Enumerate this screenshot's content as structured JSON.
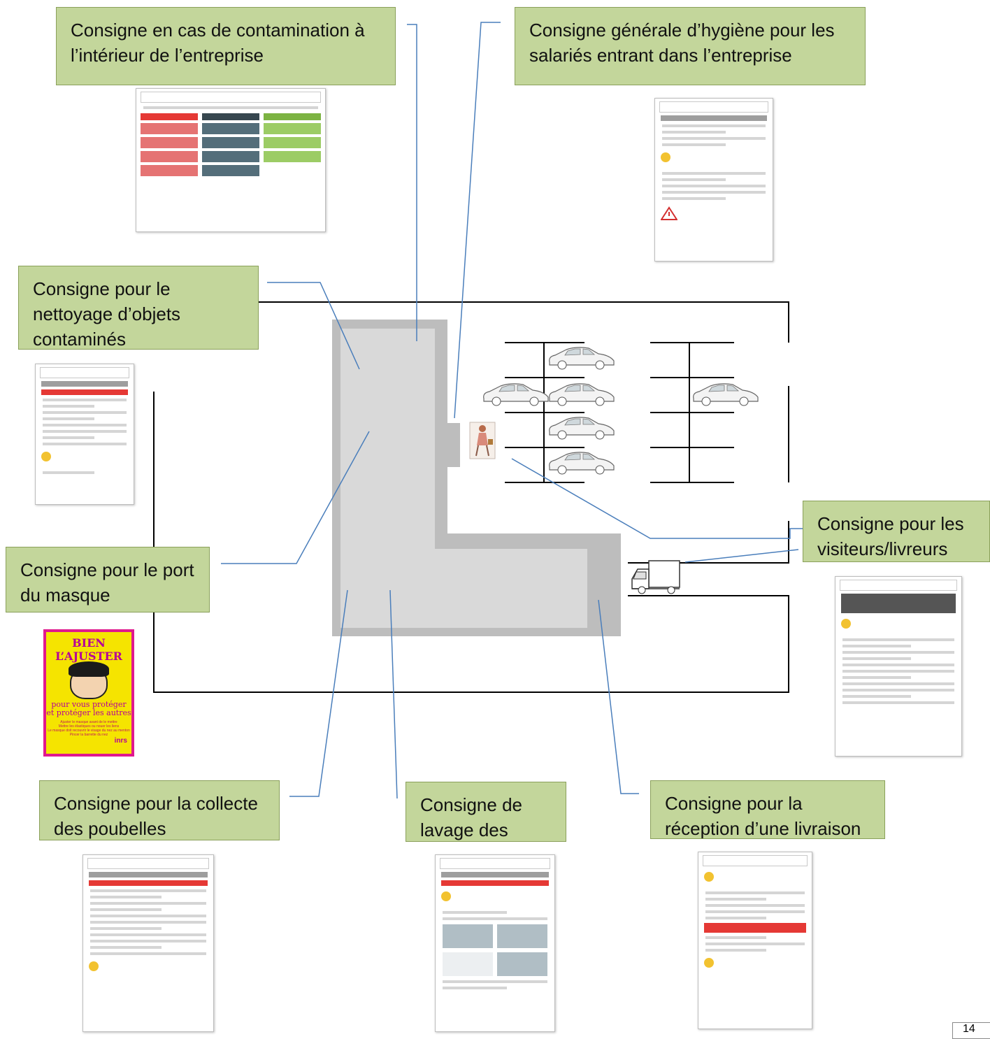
{
  "callouts": {
    "contamination": "Consigne en cas de contamination à l’intérieur de l’entreprise",
    "hygiene": "Consigne générale d’hygiène pour les salariés entrant dans l’entreprise",
    "cleaning": "Consigne pour le nettoyage d’objets contaminés",
    "mask": "Consigne pour le port du masque",
    "visitors": "Consigne pour les visiteurs/livreurs",
    "garbage": "Consigne pour la collecte des poubelles",
    "handwash": "Consigne de lavage des mains",
    "delivery": "Consigne pour la réception d’une livraison"
  },
  "poster": {
    "title": "BIEN L’AJUSTER",
    "line1": "pour vous protéger",
    "line2": "et protéger les autres",
    "small1": "Ajuster le masque avant de le mettre",
    "small2": "Mettre les élastiques ou nouer les liens",
    "small3": "Le masque doit recouvrir le visage du nez au menton",
    "small4": "Pincer la barrette du nez",
    "logo": "inrs"
  },
  "page_number": "14",
  "colors": {
    "callout_fill": "#c3d69b",
    "connector": "#4a7ebb",
    "building": "#bdbdbd",
    "building_inner": "#d9d9d9",
    "poster_yellow": "#f5e400",
    "poster_magenta": "#e0198d"
  },
  "icons": [
    "car-icon",
    "truck-icon",
    "visitor-person-icon",
    "warning-icon"
  ]
}
